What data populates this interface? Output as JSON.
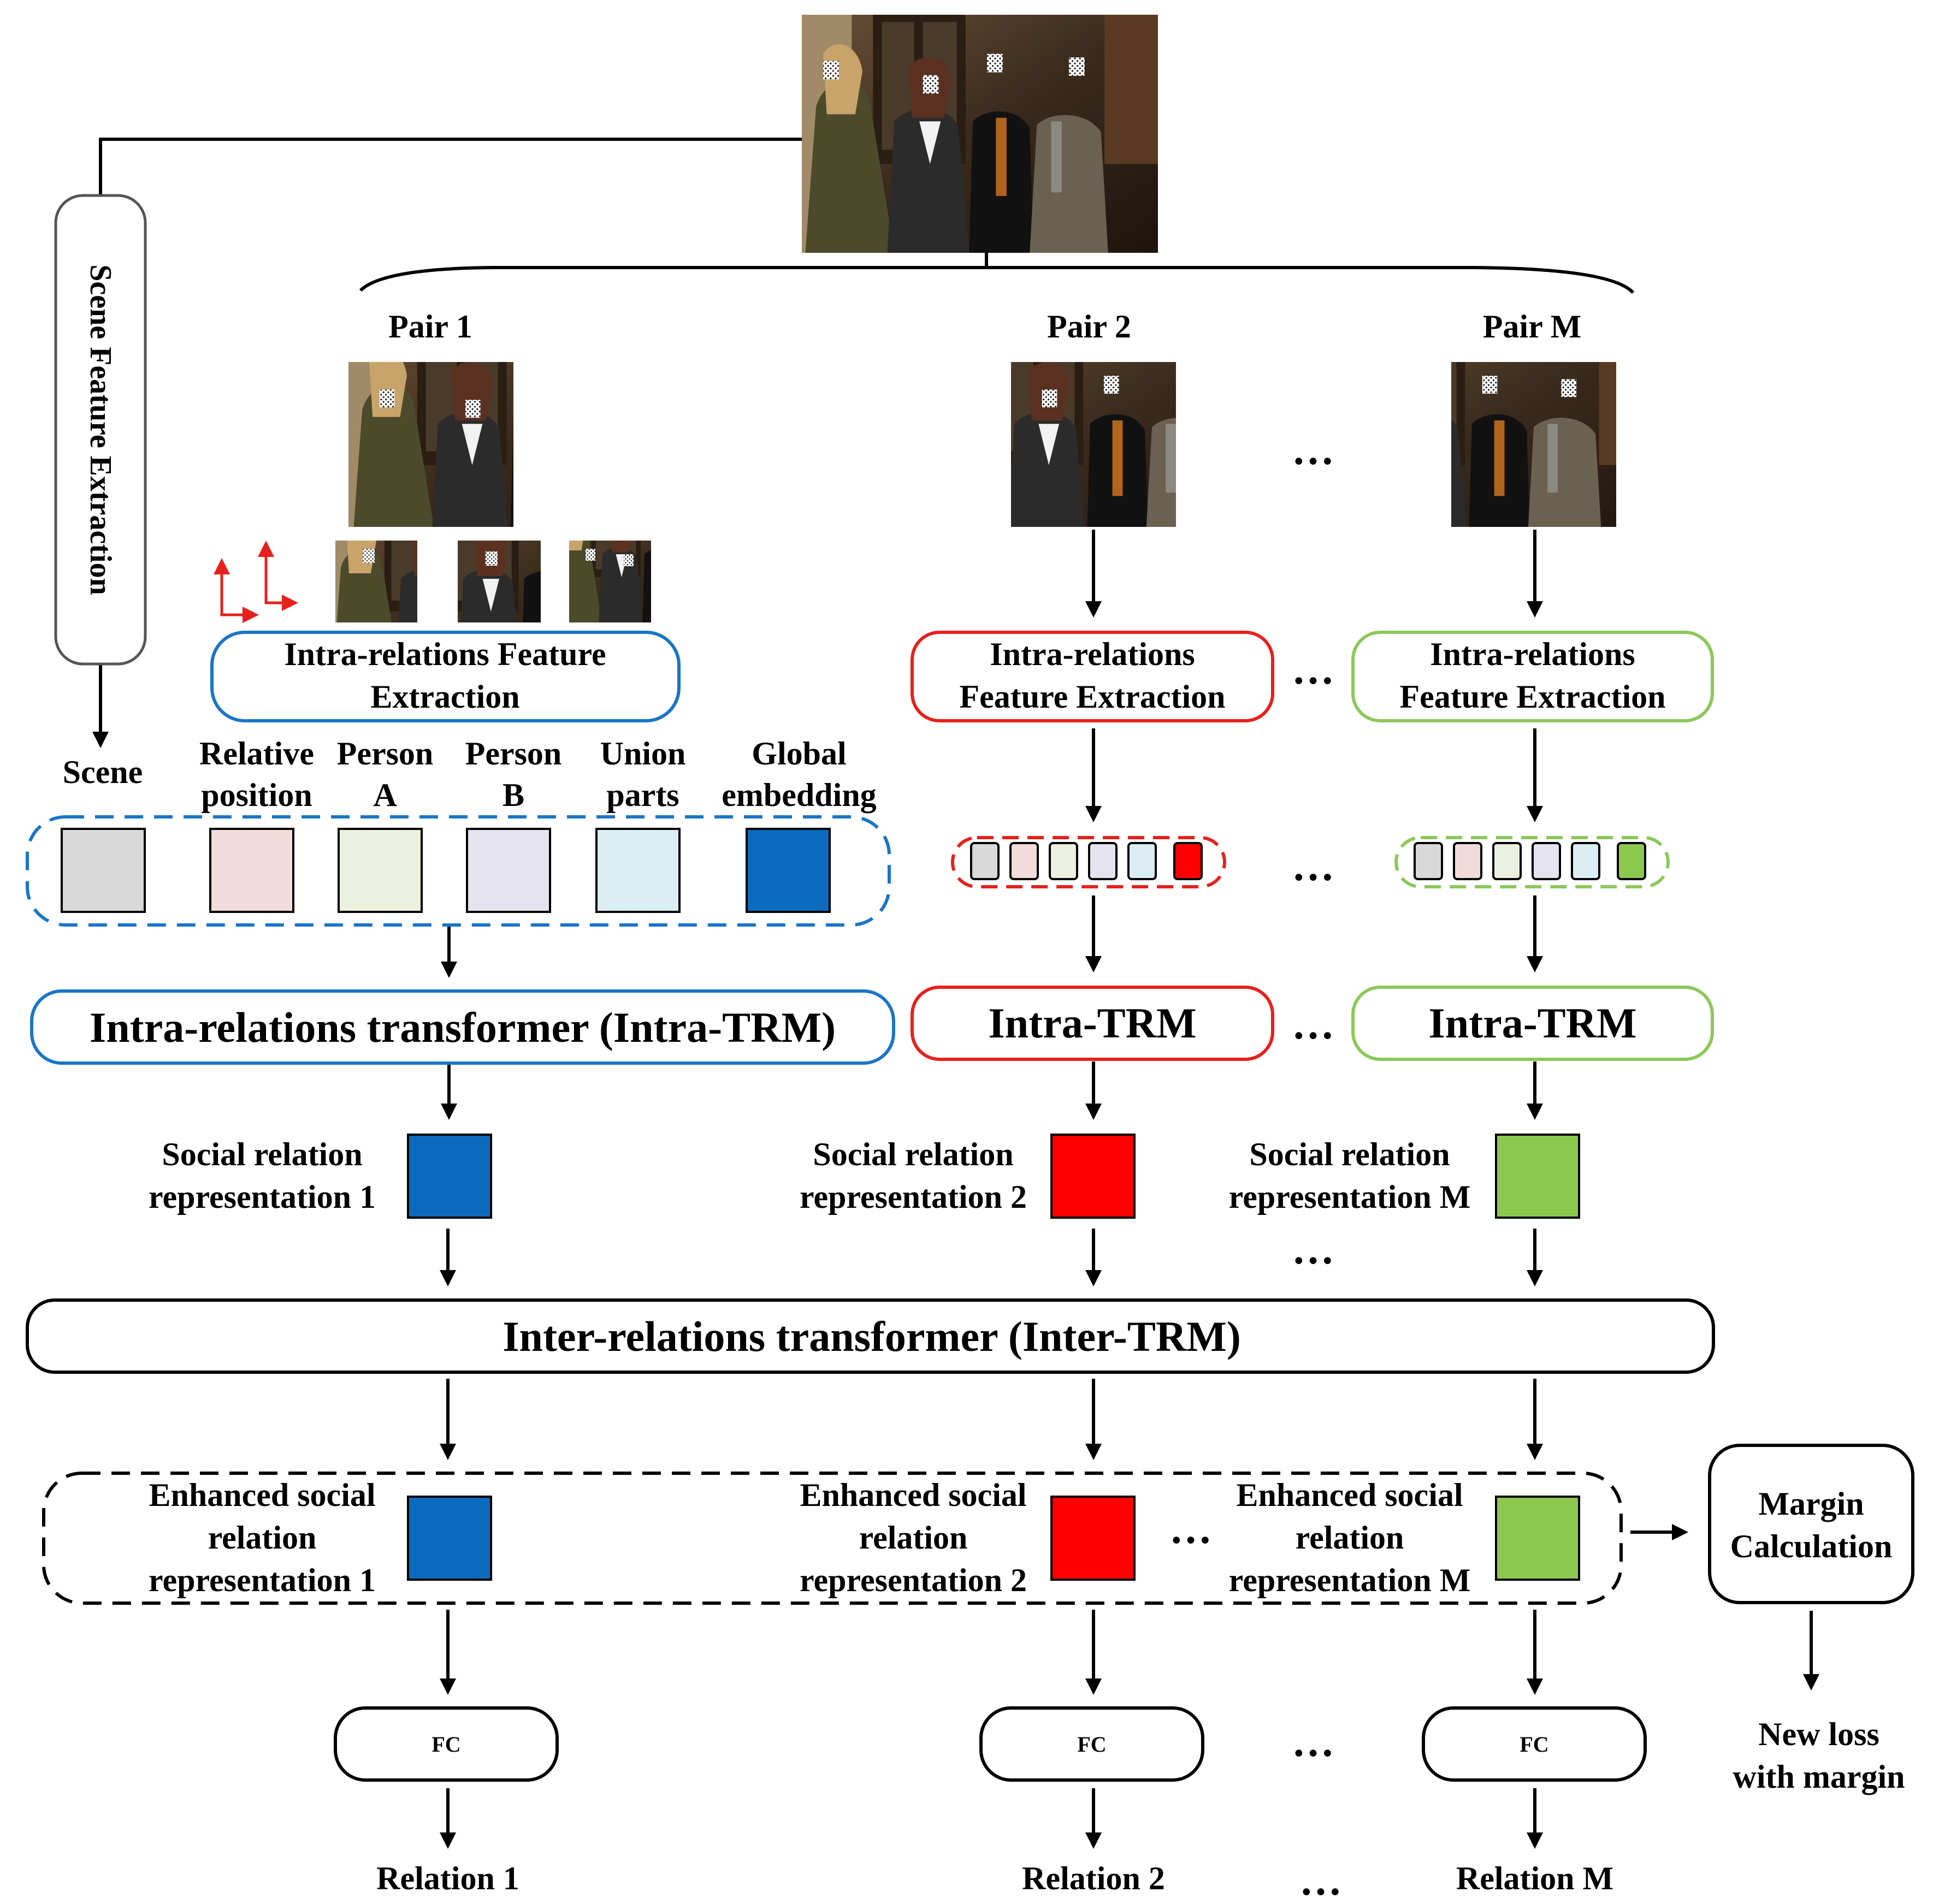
{
  "colors": {
    "blue": "#1a75c7",
    "red": "#e8201c",
    "green": "#8cc85a",
    "fill_blue": "#0d6bbf",
    "fill_red": "#ff0000",
    "fill_green": "#8cc84f",
    "token_scene": "#d9d9d9",
    "token_position": "#f2dcdb",
    "token_personA": "#ebf1de",
    "token_personB": "#e6e3f0",
    "token_union": "#dbeef4"
  },
  "scene_branch": {
    "label": "Scene Feature Extraction",
    "output": "Scene"
  },
  "pairs": [
    {
      "label": "Pair 1"
    },
    {
      "label": "Pair 2"
    },
    {
      "label": "Pair M"
    }
  ],
  "intra_extraction": {
    "pair1_line1": "Intra-relations Feature",
    "pair1_line2": "Extraction",
    "other_line1": "Intra-relations",
    "other_line2": "Feature Extraction"
  },
  "tokens": {
    "relative_line1": "Relative",
    "relative_line2": "position",
    "personA_line1": "Person",
    "personA_line2": "A",
    "personB_line1": "Person",
    "personB_line2": "B",
    "union_line1": "Union",
    "union_line2": "parts",
    "global_line1": "Global",
    "global_line2": "embedding"
  },
  "intra_trm": {
    "full_label": "Intra-relations transformer (Intra-TRM)",
    "short_label": "Intra-TRM"
  },
  "social_repr": [
    {
      "line1": "Social relation",
      "line2": "representation 1"
    },
    {
      "line1": "Social relation",
      "line2": "representation 2"
    },
    {
      "line1": "Social relation",
      "line2": "representation M"
    }
  ],
  "inter_trm": {
    "label": "Inter-relations transformer (Inter-TRM)"
  },
  "enhanced_repr": [
    {
      "line1": "Enhanced social",
      "line2": "relation",
      "line3": "representation 1"
    },
    {
      "line1": "Enhanced social",
      "line2": "relation",
      "line3": "representation 2"
    },
    {
      "line1": "Enhanced social",
      "line2": "relation",
      "line3": "representation M"
    }
  ],
  "margin": {
    "line1": "Margin",
    "line2": "Calculation"
  },
  "loss": {
    "line1": "New loss",
    "line2": "with margin"
  },
  "fc_label": "FC",
  "relations": [
    "Relation 1",
    "Relation 2",
    "Relation M"
  ],
  "ellipsis": "…"
}
